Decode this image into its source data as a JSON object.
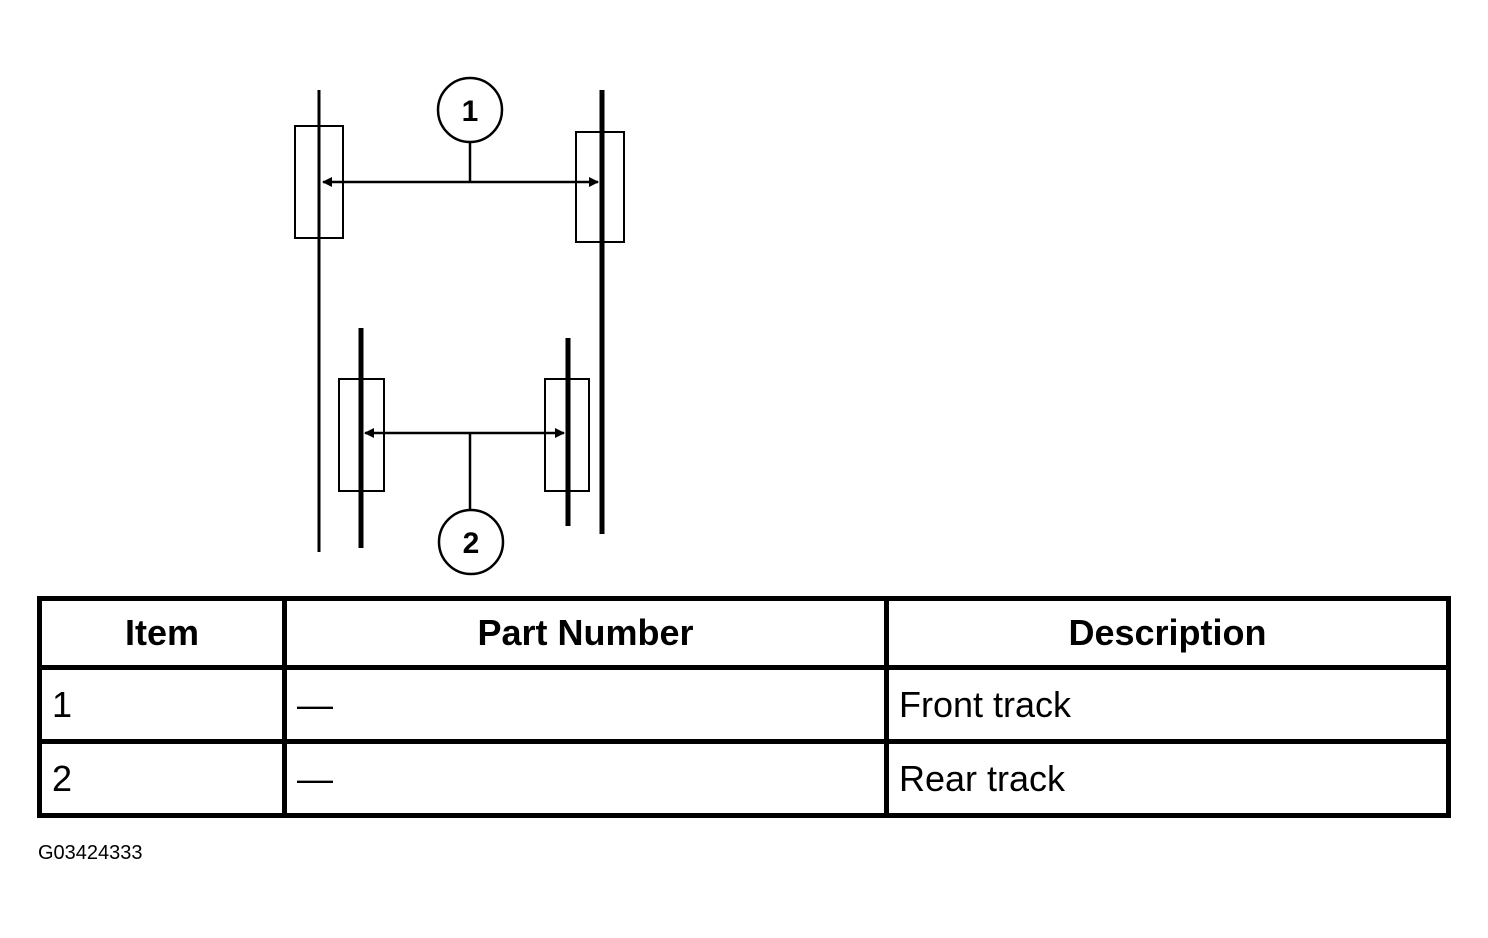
{
  "diagram": {
    "callouts": [
      "1",
      "2"
    ]
  },
  "table": {
    "headers": [
      "Item",
      "Part Number",
      "Description"
    ],
    "rows": [
      [
        "1",
        "—",
        "Front track"
      ],
      [
        "2",
        "—",
        "Rear track"
      ]
    ]
  },
  "figure_id": "G03424333"
}
